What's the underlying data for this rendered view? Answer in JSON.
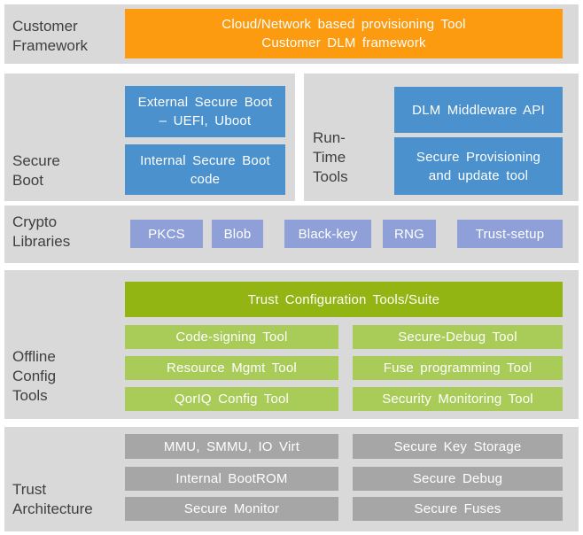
{
  "colors": {
    "band-bg": "#d9d9d9",
    "orange": "#fc9a10",
    "blue": "#4a91ce",
    "purple": "#8f9fd8",
    "green-dark": "#93b513",
    "green-light": "#a9cb57",
    "gray-box": "#a6a6a6",
    "label-text": "#3f3f3f",
    "box-text": "#ffffff"
  },
  "customer_framework": {
    "label": "Customer\nFramework",
    "box": "Cloud/Network based provisioning Tool\nCustomer DLM framework"
  },
  "secure_boot": {
    "label": "Secure\nBoot",
    "boxes": [
      "External Secure Boot\n– UEFI, Uboot",
      "Internal Secure Boot\ncode"
    ]
  },
  "run_time_tools": {
    "label": "Run-\nTime\nTools",
    "boxes": [
      "DLM Middleware API",
      "Secure Provisioning\nand update tool"
    ]
  },
  "crypto_libraries": {
    "label": "Crypto\nLibraries",
    "boxes": [
      "PKCS",
      "Blob",
      "Black-key",
      "RNG",
      "Trust-setup"
    ]
  },
  "offline_config_tools": {
    "label": "Offline\nConfig\nTools",
    "header": "Trust Configuration Tools/Suite",
    "boxes": [
      "Code-signing Tool",
      "Secure-Debug Tool",
      "Resource Mgmt Tool",
      "Fuse programming Tool",
      "QorIQ Config Tool",
      "Security Monitoring Tool"
    ]
  },
  "trust_architecture": {
    "label": "Trust\nArchitecture",
    "boxes": [
      "MMU, SMMU, IO Virt",
      "Secure Key Storage",
      "Internal BootROM",
      "Secure Debug",
      "Secure Monitor",
      "Secure Fuses"
    ]
  }
}
